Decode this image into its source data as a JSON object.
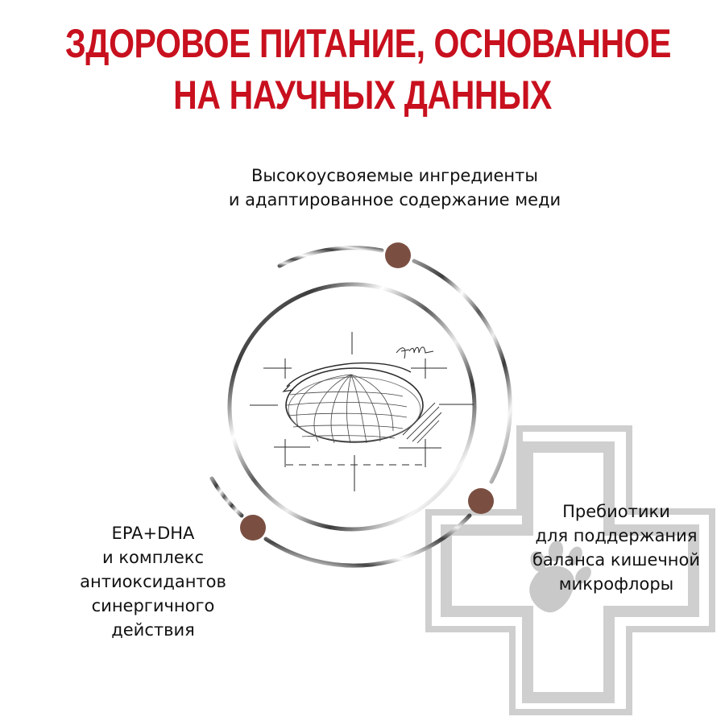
{
  "title": {
    "line1": "ЗДОРОВОЕ ПИТАНИЕ, ОСНОВАННОЕ",
    "line2": "НА НАУЧНЫХ ДАННЫХ"
  },
  "features": [
    {
      "position": "top",
      "lines": [
        "Высокоусвояемые ингредиенты",
        "и адаптированное содержание меди"
      ]
    },
    {
      "position": "bottom-left",
      "lines": [
        "EPA+DHA",
        "и комплекс",
        "антиоксидантов",
        "синергичного",
        "действия"
      ]
    },
    {
      "position": "right",
      "lines": [
        "Пребиотики",
        "для поддержания",
        "баланса кишечной",
        "микрофлоры"
      ]
    }
  ],
  "icons": {
    "center": "kibble-sketch-icon",
    "logo": "veterinary-cross-paw-icon",
    "markers": "brown-dot-marker"
  },
  "colors": {
    "title": "#c8101e",
    "text": "#111111",
    "marker": "#7a4f42",
    "cross": "#cfcfcf",
    "ring": "#5a5a5a"
  }
}
